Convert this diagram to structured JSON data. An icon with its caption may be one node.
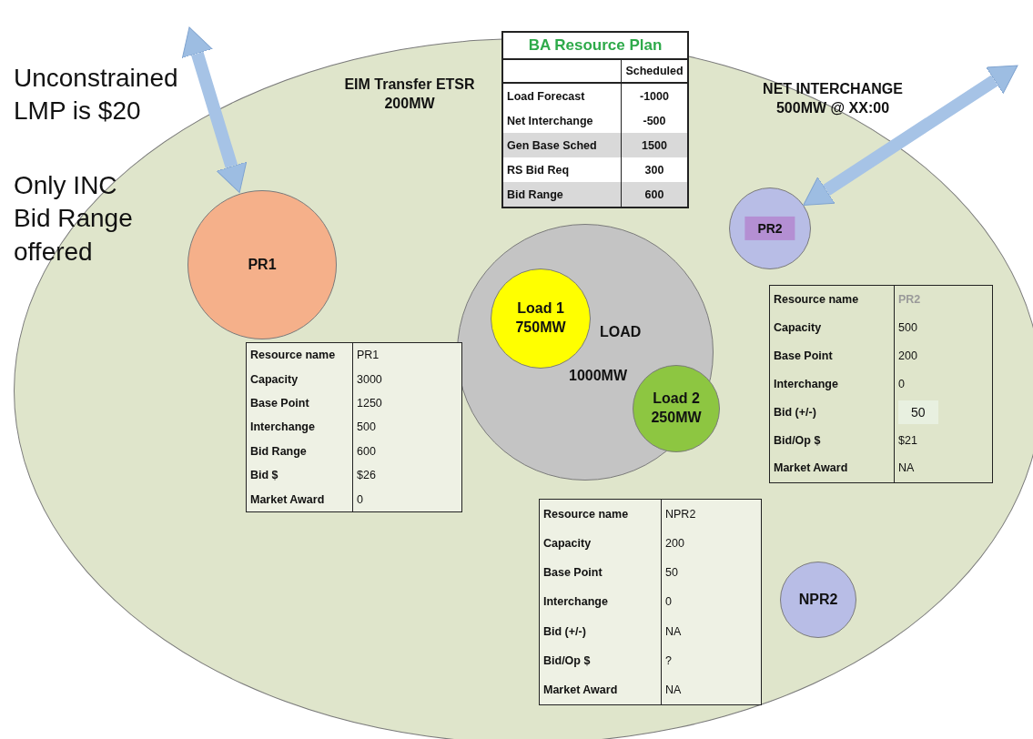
{
  "diagram": {
    "nodes": [
      {
        "text": [],
        "shape": "ellipse"
      },
      {
        "text": [
          "PR1"
        ],
        "in": 0
      },
      {
        "text": [
          "PR2"
        ],
        "in": 0
      },
      {
        "text": [
          "LOAD",
          "1000MW"
        ],
        "in": 0
      },
      {
        "text": [
          "Load 1 750MW"
        ],
        "in": 3
      },
      {
        "text": [
          "Load 2 250MW"
        ],
        "in": 3
      },
      {
        "text": [
          "NPR2"
        ],
        "in": 0
      }
    ],
    "edges": [
      {
        "from": null,
        "to": 1,
        "arrow": "both"
      },
      {
        "from": null,
        "to": 2,
        "arrow": "both"
      }
    ],
    "labels": [
      "Unconstrained LMP is $20",
      "Only INC Bid Range offered",
      "EIM Transfer ETSR 200MW",
      "BA Resource Plan",
      "Scheduled",
      "Load Forecast",
      "-1000",
      "Net Interchange",
      "-500",
      "Gen Base Sched",
      "1500",
      "RS Bid Req",
      "300",
      "Bid Range",
      "600",
      "NET INTERCHANGE 500MW @ XX:00",
      "Resource name",
      "PR1",
      "Capacity",
      "3000",
      "Base Point",
      "1250",
      "Interchange",
      "500",
      "Bid Range",
      "600",
      "Bid $",
      "$26",
      "Market Award",
      "0",
      "Resource name",
      "PR2",
      "Capacity",
      "500",
      "Base Point",
      "200",
      "Interchange",
      "0",
      "Bid (+/-)",
      "50",
      "Bid/Op $",
      "$21",
      "Market Award",
      "NA",
      "Resource name",
      "NPR2",
      "Capacity",
      "200",
      "Base Point",
      "50",
      "Interchange",
      "0",
      "Bid (+/-)",
      "NA",
      "Bid/Op $",
      "?",
      "Market Award",
      "NA"
    ]
  }
}
